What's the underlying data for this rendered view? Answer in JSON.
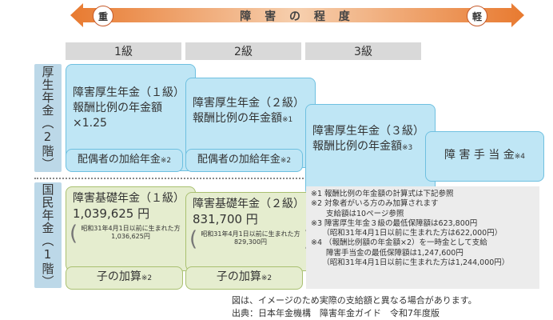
{
  "scale": {
    "title": "障 害 の 程 度",
    "heavy": "重",
    "light": "軽",
    "colors": {
      "arrow": "#e8903a",
      "arrow_light": "#f6d6b8"
    }
  },
  "grades": [
    "1級",
    "2級",
    "3級"
  ],
  "rows": {
    "kosei": {
      "label": "厚生年金（2階）"
    },
    "kokumin": {
      "label": "国民年金（1階）"
    }
  },
  "kosei": {
    "g1": {
      "title": "障害厚生年金（１級）",
      "amount": "報酬比例の年金額×1.25"
    },
    "g2": {
      "title": "障害厚生年金（２級）",
      "amount": "報酬比例の年金額",
      "note": "※1"
    },
    "g3": {
      "title": "障害厚生年金（３級）",
      "amount": "報酬比例の年金額",
      "note": "※3"
    },
    "teate": {
      "title": "障 害 手 当 金",
      "note": "※4"
    },
    "spouse1": {
      "label": "配偶者の加給年金",
      "note": "※2"
    },
    "spouse2": {
      "label": "配偶者の加給年金",
      "note": "※2"
    }
  },
  "kokumin": {
    "g1": {
      "title": "障害基礎年金（１級）",
      "amount": "1,039,625 円",
      "sub1": "昭和31年4月1日以前に生まれた方",
      "sub2": "1,036,625円"
    },
    "g2": {
      "title": "障害基礎年金（２級）",
      "amount": "831,700 円",
      "sub1": "昭和31年4月1日以前に生まれた方",
      "sub2": "829,300円"
    },
    "child1": {
      "label": "子の加算",
      "note": "※2"
    },
    "child2": {
      "label": "子の加算",
      "note": "※2"
    }
  },
  "notes": [
    "※1 報酬比例の年金額の計算式は下記参照",
    "※2 対象者がいる方のみ加算されます",
    "　　支給額は10ページ参照",
    "※3 障害厚生年金３級の最低保障額は623,800円",
    "　　（昭和31年4月1日以前に生まれた方は622,000円）",
    "※4 （報酬比例額の年金額×2）を一時金として支給",
    "　　障害手当金の最低保障額は1,247,600円",
    "　　（昭和31年4月1日以前に生まれた方は1,244,000円）"
  ],
  "footer": {
    "line1": "図は、イメージのため実際の支給額と異なる場合があります。",
    "line2": "出典：日本年金機構　障害年金ガイド　令和7年度版"
  }
}
